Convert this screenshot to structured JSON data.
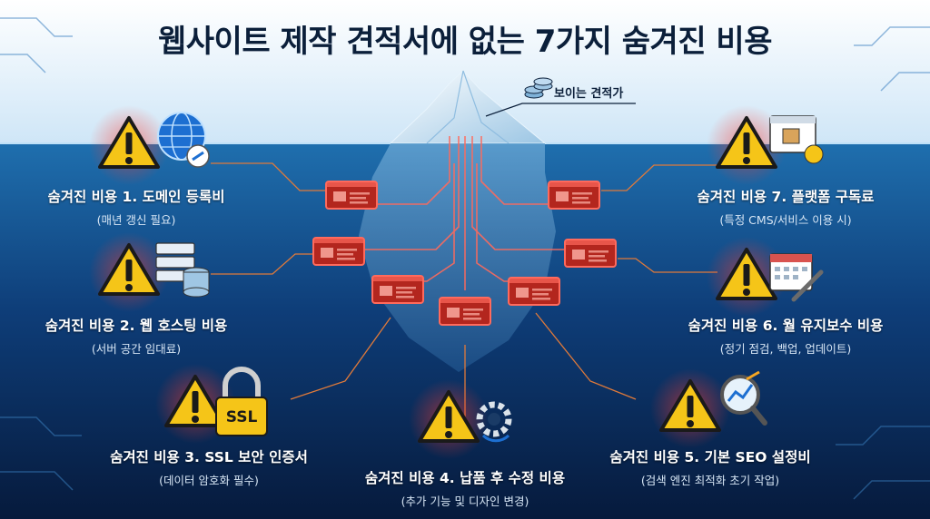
{
  "title": "웹사이트 제작 견적서에 없는 7가지 숨겨진 비용",
  "visible_quote_label": "보이는 견적가",
  "items": [
    {
      "name": "숨겨진 비용 1. 도메인 등록비",
      "note": "(매년 갱신 필요)",
      "icon": "globe-link-icon"
    },
    {
      "name": "숨겨진 비용 2. 웹 호스팅 비용",
      "note": "(서버 공간 임대료)",
      "icon": "server-database-icon"
    },
    {
      "name": "숨겨진 비용 3. SSL 보안 인증서",
      "note": "(데이터 암호화 필수)",
      "icon": "ssl-lock-icon"
    },
    {
      "name": "숨겨진 비용 4. 납품 후 수정 비용",
      "note": "(추가 기능 및 디자인 변경)",
      "icon": "wrench-gear-icon"
    },
    {
      "name": "숨겨진 비용 5. 기본 SEO 설정비",
      "note": "(검색 엔진 최적화 초기 작업)",
      "icon": "magnifier-chart-icon"
    },
    {
      "name": "숨겨진 비용 6. 월 유지보수 비용",
      "note": "(정기 점검, 백업, 업데이트)",
      "icon": "calendar-tools-icon"
    },
    {
      "name": "숨겨진 비용 7. 플랫폼 구독료",
      "note": "(특정 CMS/서비스 이용 시)",
      "icon": "browser-box-dollar-icon"
    }
  ],
  "ssl_badge_text": "SSL",
  "colors": {
    "sky_top": "#ffffff",
    "sky_bottom": "#cfe6f7",
    "water_top": "#1f6fae",
    "water_bottom": "#061a3c",
    "warning_yellow": "#f5c518",
    "glow_red": "#ff3b30",
    "title": "#0b1f3a"
  }
}
